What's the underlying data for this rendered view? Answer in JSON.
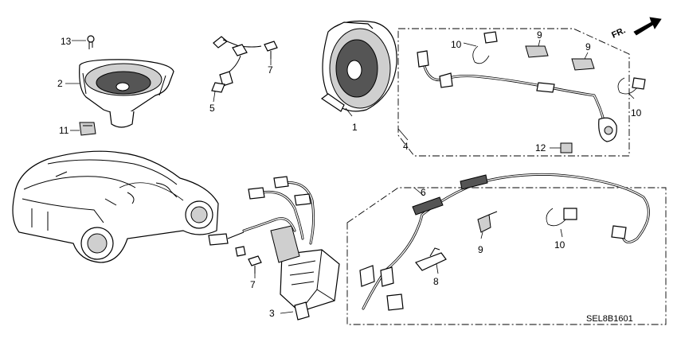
{
  "diagram": {
    "part_code": "SEL8B1601",
    "direction_label": "FR.",
    "callouts": [
      "13",
      "2",
      "11",
      "5",
      "7",
      "1",
      "10",
      "9",
      "9",
      "4",
      "10",
      "12",
      "6",
      "7",
      "3",
      "8",
      "9",
      "10"
    ]
  }
}
